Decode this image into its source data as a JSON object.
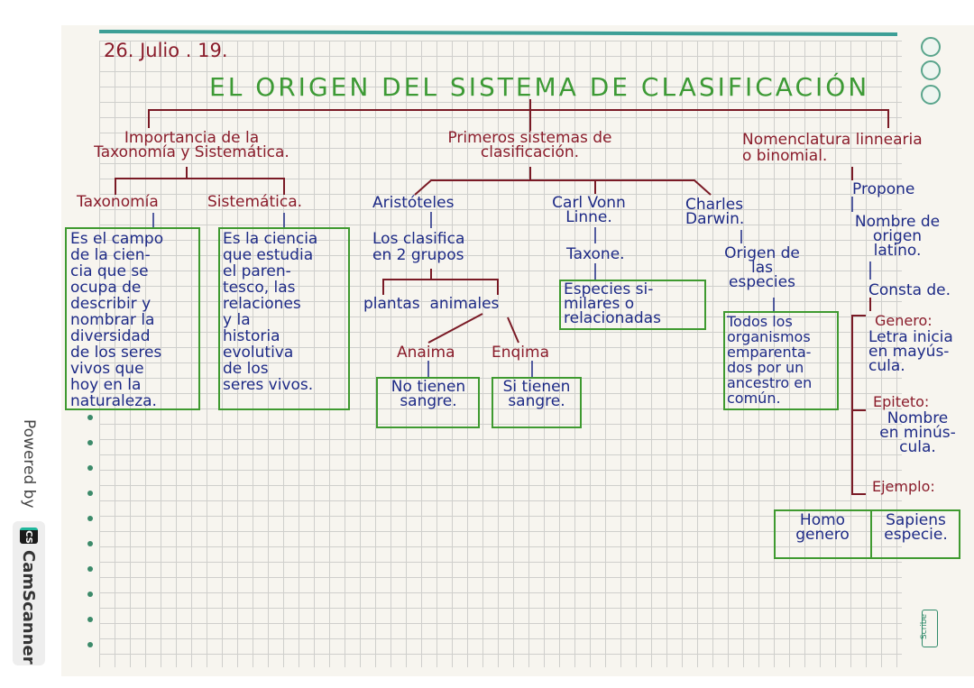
{
  "watermark": {
    "powered_by": "Powered by",
    "brand": "CamScanner",
    "brand_logo": "CS"
  },
  "notebook_logo": "Scribe",
  "date": "26. Julio . 19.",
  "title": "EL ORIGEN DEL SISTEMA DE CLASIFICACIÓN",
  "colors": {
    "headings": "#8a1c2b",
    "body": "#1d2a86",
    "title": "#3d9a35",
    "boxes": "#3f9a30"
  },
  "branch1": {
    "heading": "Importancia de la\nTaxonomía y Sistemática.",
    "taxonomia": {
      "label": "Taxonomía",
      "definition": "Es el campo\nde la cien-\ncia que se\nocupa de\ndescribir y\nnombrar la\ndiversidad\nde los seres\nvivos que\nhoy en la\nnaturaleza."
    },
    "sistematica": {
      "label": "Sistemática.",
      "definition": "Es la ciencia\nque estudia\nel paren-\ntesco, las\nrelaciones\ny la\nhistoria\nevolutiva\nde los\nseres vivos."
    }
  },
  "branch2": {
    "heading": "Primeros sistemas de\nclasificación.",
    "aristoteles": {
      "label": "Aristóteles",
      "text": "Los clasifica\nen 2 grupos",
      "groups": "plantas  animales",
      "anaima": {
        "label": "Anaima",
        "text": "No tienen\nsangre."
      },
      "enaima": {
        "label": "Enqima",
        "text": "Si tienen\nsangre."
      }
    },
    "linne": {
      "label": "Carl Vonn\nLinne.",
      "concept": "Taxone.",
      "text": "Especies si-\nmilares o\nrelacionadas"
    },
    "darwin": {
      "label": "Charles\nDarwin.",
      "concept": "Origen de\nlas\nespecies",
      "text": "Todos los\norganismos\nemparenta-\ndos por un\nancestro en\ncomún."
    }
  },
  "branch3": {
    "heading": "Nomenclatura linnearia\no binomial.",
    "propone": "Propone",
    "nombre": "Nombre de\norigen\nlatino.",
    "consta": "Consta de.",
    "genero": {
      "label": "Genero:",
      "text": "Letra inicia\nen mayús-\ncula."
    },
    "epiteto": {
      "label": "Epiteto:",
      "text": "Nombre\nen minús-\ncula."
    },
    "ejemplo": {
      "label": "Ejemplo:",
      "genus": "Homo\ngenero",
      "species": "Sapiens\nespecie."
    }
  }
}
